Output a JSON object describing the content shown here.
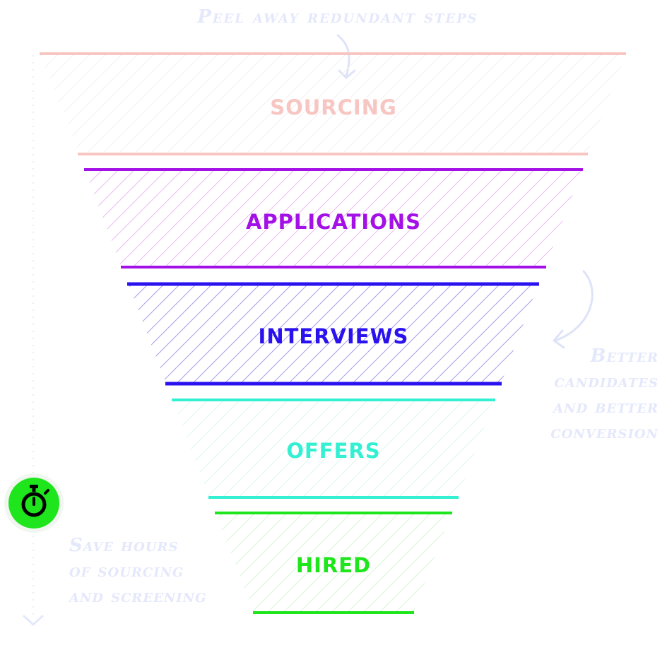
{
  "annotations": {
    "top": "Peel away redundant steps",
    "right": [
      "Better",
      "candidates",
      "and better",
      "conversion"
    ],
    "left": [
      "Save hours",
      "of sourcing",
      "and screening"
    ]
  },
  "stages": [
    {
      "label": "SOURCING",
      "color": "#f7c6c2"
    },
    {
      "label": "APPLICATIONS",
      "color": "#a311e6"
    },
    {
      "label": "INTERVIEWS",
      "color": "#2a12ee"
    },
    {
      "label": "OFFERS",
      "color": "#34f0d2"
    },
    {
      "label": "HIRED",
      "color": "#1ee51c"
    }
  ],
  "icons": {
    "timer": "stopwatch-icon",
    "time_axis": "down-arrow-icon"
  },
  "colors": {
    "annotation": "#e4e8fb",
    "timer_bg": "#1ee51c"
  }
}
